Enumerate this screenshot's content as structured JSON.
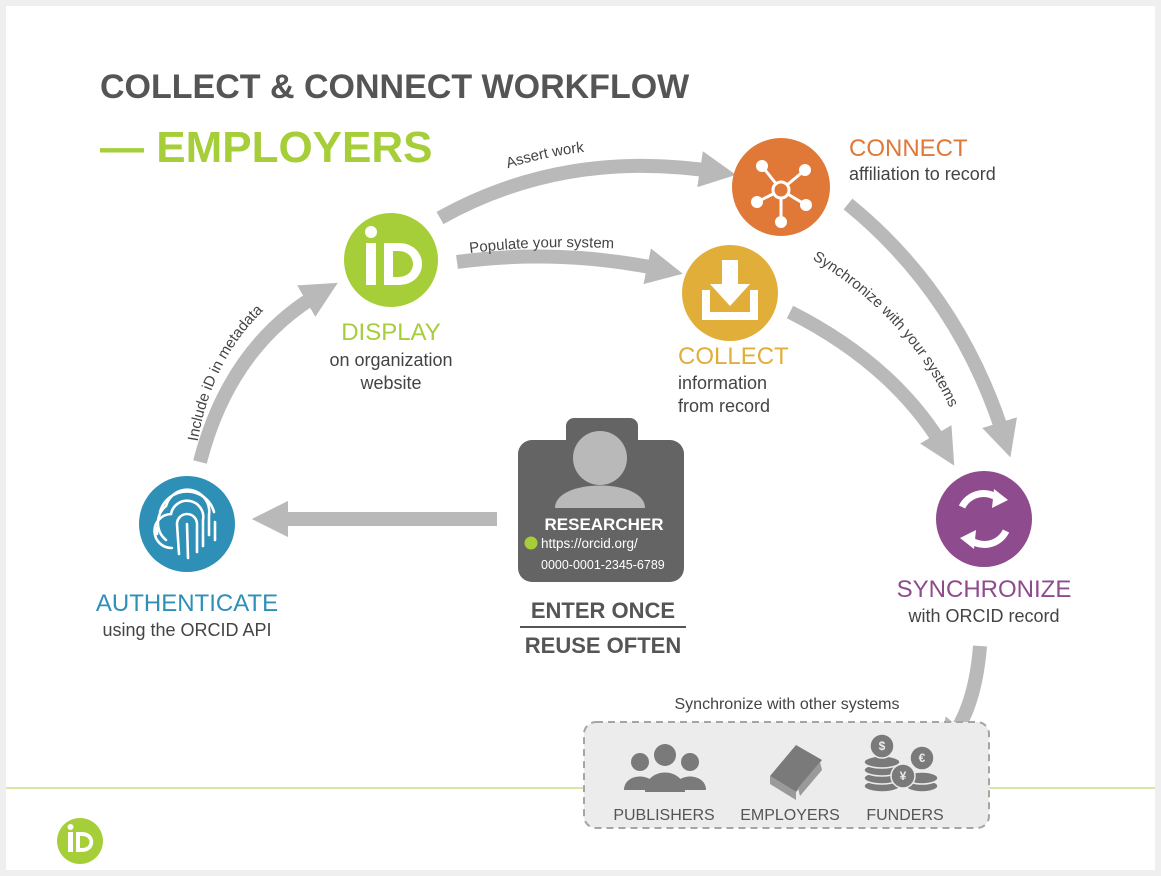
{
  "title": {
    "line1": "COLLECT & CONNECT WORKFLOW",
    "line2": "— EMPLOYERS"
  },
  "nodes": {
    "display": {
      "title": "DISPLAY",
      "sub1": "on organization",
      "sub2": "website",
      "icon": "orcid-id-icon"
    },
    "connect": {
      "title": "CONNECT",
      "sub1": "affiliation to record",
      "icon": "network-hub-icon"
    },
    "collect": {
      "title": "COLLECT",
      "sub1": "information",
      "sub2": "from record",
      "icon": "download-tray-icon"
    },
    "synchronize": {
      "title": "SYNCHRONIZE",
      "sub1": "with ORCID record",
      "icon": "sync-arrows-icon"
    },
    "authenticate": {
      "title": "AUTHENTICATE",
      "sub1": "using the ORCID API",
      "icon": "fingerprint-icon"
    }
  },
  "researcher": {
    "label": "RESEARCHER",
    "url1": "https://orcid.org/",
    "url2": "0000-0001-2345-6789",
    "tagline1": "ENTER ONCE",
    "tagline2": "REUSE OFTEN"
  },
  "edges": {
    "assert": "Assert work",
    "populate": "Populate your system",
    "include": "Include iD in metadata",
    "sync_systems": "Synchronize with your systems",
    "sync_other": "Synchronize with other systems"
  },
  "other_systems": [
    "PUBLISHERS",
    "EMPLOYERS",
    "FUNDERS"
  ],
  "colors": {
    "title_gray": "#555555",
    "green": "#a6ce39",
    "orange": "#e07838",
    "gold": "#e2ae3a",
    "purple": "#8e4b8e",
    "blue": "#2e8fb7",
    "arrow_gray": "#b9b9b9",
    "dark_gray": "#646464"
  }
}
